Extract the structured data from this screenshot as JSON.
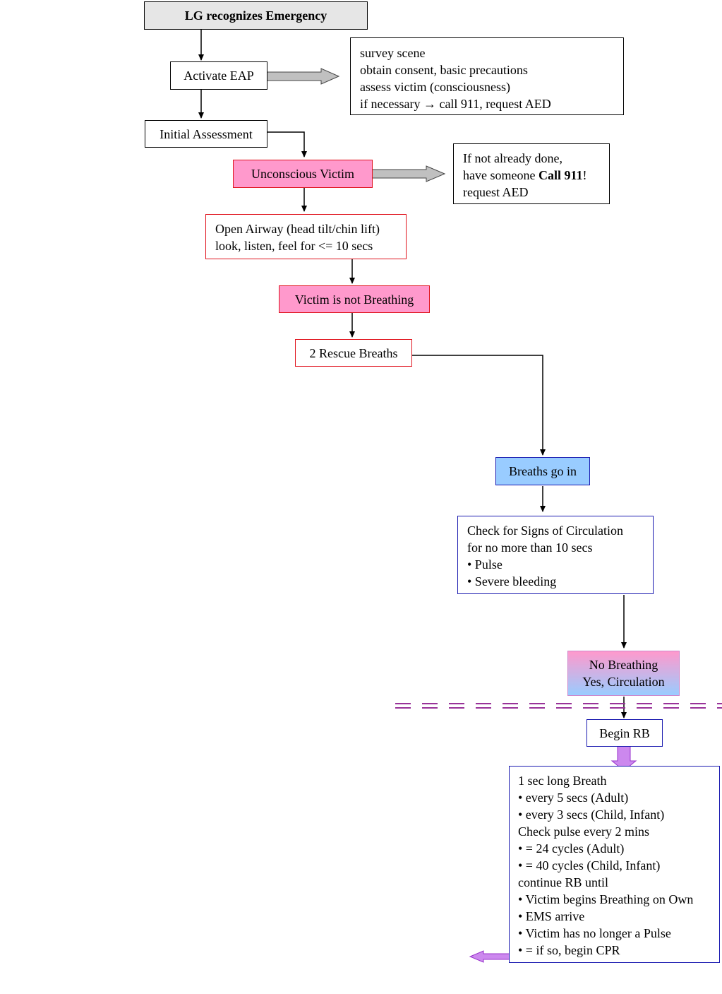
{
  "nodes": {
    "lg_recognizes": "LG recognizes Emergency",
    "activate_eap": "Activate EAP",
    "eap_notes": [
      "survey scene",
      "obtain consent,  basic precautions",
      "assess victim  (consciousness)",
      "if necessary → call 911,  request AED"
    ],
    "initial_assessment": "Initial Assessment",
    "unconscious_victim": "Unconscious Victim",
    "call911_note": {
      "line1": "If not already done,",
      "line2_prefix": "have someone ",
      "line2_bold": "Call 911",
      "line2_suffix": "!",
      "line3": "request AED"
    },
    "open_airway": [
      "Open Airway (head tilt/chin lift)",
      "look, listen, feel for <= 10 secs"
    ],
    "not_breathing": "Victim is not Breathing",
    "rescue_breaths": "2 Rescue Breaths",
    "breaths_go_in": "Breaths go in",
    "check_circulation": [
      "Check for Signs of Circulation",
      "for no more than 10 secs",
      "•  Pulse",
      "•  Severe bleeding"
    ],
    "no_breathing": [
      "No Breathing",
      "Yes, Circulation"
    ],
    "begin_rb": "Begin RB",
    "rb_instructions": [
      "1 sec long Breath",
      "• every 5 secs (Adult)",
      "• every 3 secs (Child, Infant)",
      "Check pulse every 2 mins",
      "• = 24 cycles (Adult)",
      "• = 40 cycles (Child, Infant)",
      "continue RB until",
      "• Victim begins Breathing on Own",
      "• EMS arrive",
      "• Victim has no longer a Pulse",
      "• = if so, begin CPR"
    ]
  },
  "colors": {
    "pink": "#ff99cc",
    "light_blue": "#99ccff",
    "grey_arrow": "#c0c0c0",
    "violet_arrow": "#cc88ee",
    "dashed_divider": "#993399"
  }
}
